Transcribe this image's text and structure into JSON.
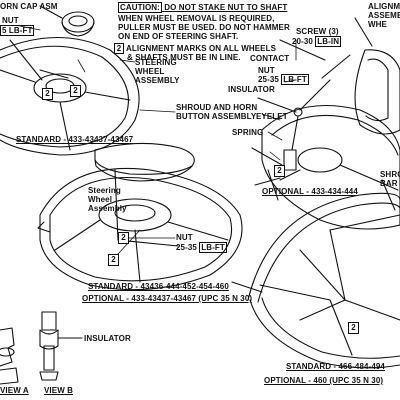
{
  "labels": {
    "horn_cap": "ORN CAP ASM",
    "nut_top_left": "NUT",
    "torque_top_left": "5 LB-FT",
    "steering_wheel_assembly_top": "STEERING\nWHEEL\nASSEMBLY",
    "shroud_horn": "SHROUD AND HORN\nBUTTON ASSEMBLY",
    "standard_top_left": "STANDARD - 433-43437-43467",
    "steering_wheel_assembly_mid": "Steering\nWheel\nAssembly",
    "nut_mid": "NUT",
    "torque_mid": "25-35",
    "torque_mid_unit": "LB-FT",
    "standard_mid": "STANDARD - 43436-444-452-454-460",
    "optional_mid": "OPTIONAL - 433-43437-43467 (UPC 35 N 30)",
    "insulator_bottom_left": "INSULATOR",
    "view_a": "VIEW A",
    "view_b": "VIEW B",
    "screw": "SCREW (3)",
    "screw_torque": "20-30",
    "screw_torque_unit": "LB-IN",
    "alignment_right": "ALIGNME\nASSEMB\nWHE",
    "contact": "CONTACT",
    "nut_right": "NUT",
    "torque_right": "25-35",
    "torque_right_unit": "LB-FT",
    "insulator_right": "INSULATOR",
    "eyelet": "EYELET",
    "spring": "SPRING",
    "optional_right": "OPTIONAL - 433-434-444",
    "shroud_right": "SHRO\nBAR",
    "standard_bottom_right": "STANDARD - 466-484-494",
    "optional_bottom_right": "OPTIONAL - 460 (UPC 35 N 30)"
  },
  "caution": {
    "title": "CAUTION:",
    "line1": " DO NOT STAKE NUT TO SHAFT",
    "line2": "WHEN WHEEL REMOVAL IS REQUIRED,",
    "line3": "PULLER MUST BE USED.  DO NOT HAMMER",
    "line4": "ON END OF STEERING SHAFT.",
    "note_num": "2",
    "note1": "ALIGNMENT MARKS ON ALL WHEELS",
    "note2": "& SHAFTS MUST BE IN LINE."
  },
  "callouts": [
    "2",
    "2",
    "2",
    "2",
    "2",
    "2"
  ]
}
